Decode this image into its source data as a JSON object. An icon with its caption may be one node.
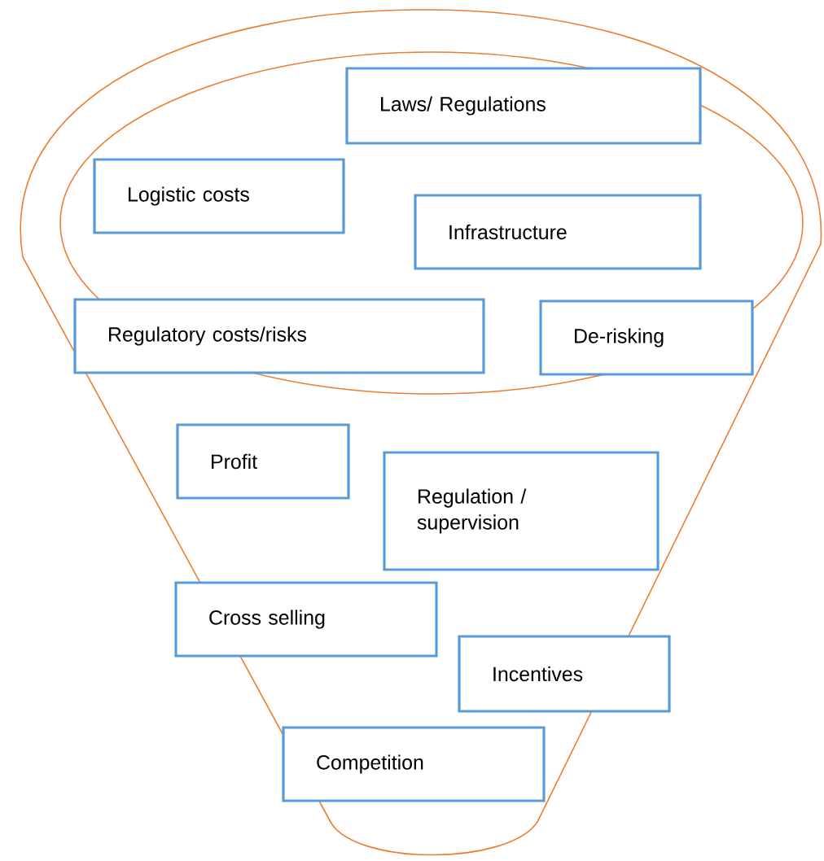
{
  "diagram": {
    "nodes": [
      {
        "text": [
          "Laws/ Regulations"
        ]
      },
      {
        "text": [
          "Logistic costs"
        ]
      },
      {
        "text": [
          "Infrastructure"
        ]
      },
      {
        "text": [
          "Regulatory costs/risks"
        ]
      },
      {
        "text": [
          "De-risking"
        ]
      },
      {
        "text": [
          "Profit"
        ]
      },
      {
        "text": [
          "Regulation / supervision"
        ]
      },
      {
        "text": [
          "Cross selling"
        ]
      },
      {
        "text": [
          "Incentives"
        ]
      },
      {
        "text": [
          "Competition"
        ]
      }
    ]
  }
}
